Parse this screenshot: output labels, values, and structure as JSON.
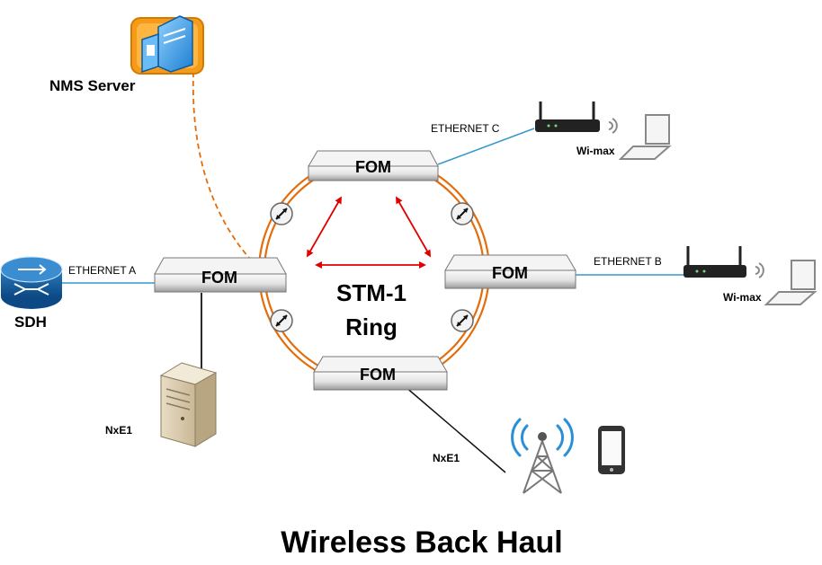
{
  "diagram": {
    "title": "Wireless Back Haul",
    "ring_label_line1": "STM-1",
    "ring_label_line2": "Ring",
    "nodes": {
      "fom_top": "FOM",
      "fom_left": "FOM",
      "fom_right": "FOM",
      "fom_bottom": "FOM",
      "nms_server": "NMS Server",
      "sdh": "SDH",
      "nxe1_server": "NxE1",
      "nxe1_tower": "NxE1",
      "wimax_c": "Wi-max",
      "wimax_b": "Wi-max"
    },
    "links": {
      "ethernet_a": "ETHERNET A",
      "ethernet_b": "ETHERNET B",
      "ethernet_c": "ETHERNET C"
    },
    "colors": {
      "ring": "#e46c0a",
      "arrows": "#e00000",
      "ethernet_line": "#3399cc",
      "nms_dashed": "#e46c0a",
      "signal": "#2a8fd6"
    }
  }
}
